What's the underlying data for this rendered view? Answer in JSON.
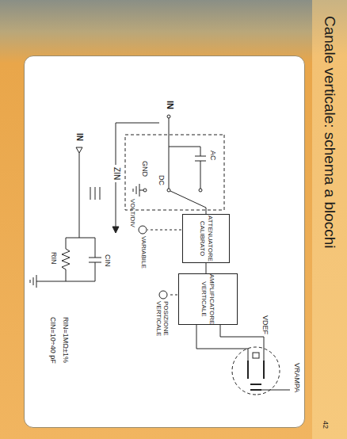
{
  "diagram": {
    "title": "Canale verticale: schema a blocchi",
    "nodes": [
      {
        "text": [
          "ATTENUATORE CALIBRATO"
        ]
      },
      {
        "text": [
          "AMPLIFICATORE VERTICALE"
        ]
      }
    ],
    "edges": [
      {
        "from": 0,
        "to": 1,
        "arrow": "none"
      }
    ],
    "labels": [
      "42",
      "IN",
      "AC",
      "DC",
      "GND",
      "VARIABILE",
      "VOLT/DIV",
      "POSIZIONE VERTICALE",
      "VDEF",
      "VRAMPA",
      "ZIN",
      "IN",
      "CIN",
      "RIN",
      "RIN=1MΩ±1%",
      "CIN=10÷40 pF"
    ]
  }
}
